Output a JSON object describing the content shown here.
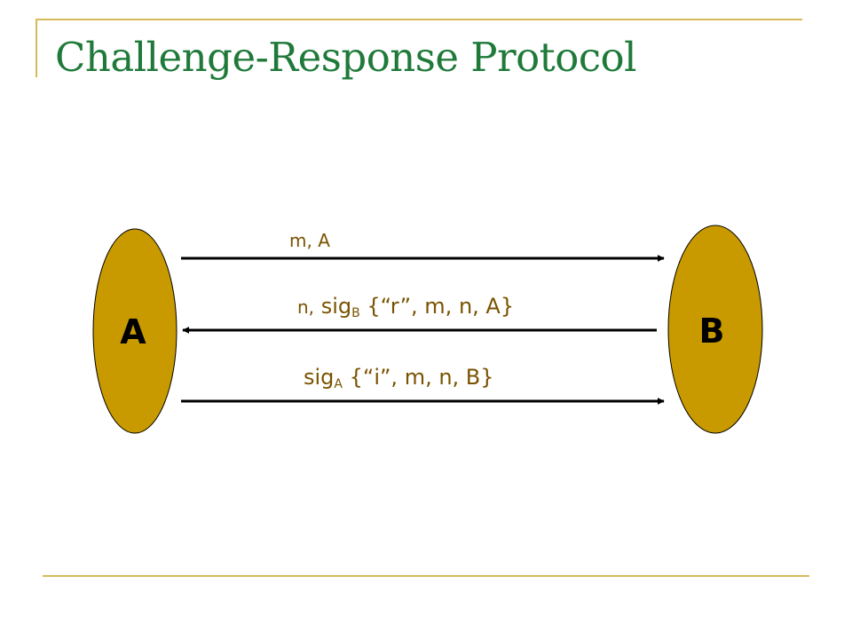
{
  "slide": {
    "title": "Challenge-Response Protocol"
  },
  "participants": {
    "a": {
      "label": "A"
    },
    "b": {
      "label": "B"
    }
  },
  "messages": {
    "m1": {
      "text": "m, A"
    },
    "m2": {
      "prefix": "n,",
      "sig": "sig",
      "sub": "B",
      "body": "{“r”, m, n, A}"
    },
    "m3": {
      "sig": "sig",
      "sub": "A",
      "body": "{“i”, m, n, B}"
    }
  },
  "colors": {
    "title": "#1f7a3a",
    "rule": "#d6ba5a",
    "node_fill": "#c89a00",
    "message_text": "#7a5300"
  }
}
